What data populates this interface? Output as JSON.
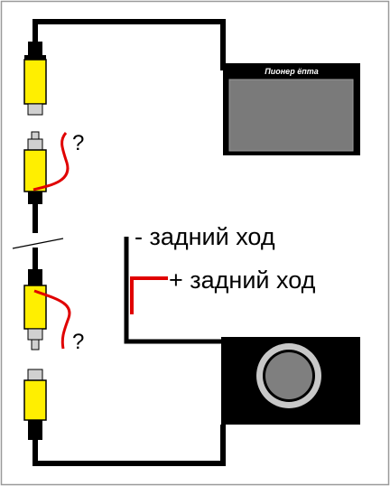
{
  "monitor": {
    "brand_label": "Пионер ёпта"
  },
  "labels": {
    "reverse_minus": "- задний ход",
    "reverse_plus": "+ задний ход",
    "question_top": "?",
    "question_bottom": "?"
  },
  "colors": {
    "wire": "#000000",
    "connector_body": "#ffef00",
    "red_wire": "#e00000",
    "monitor_screen": "#7a7a7a",
    "camera_body": "#000000",
    "camera_ring": "#c8c8c8",
    "camera_lens": "#7f7f7f"
  }
}
